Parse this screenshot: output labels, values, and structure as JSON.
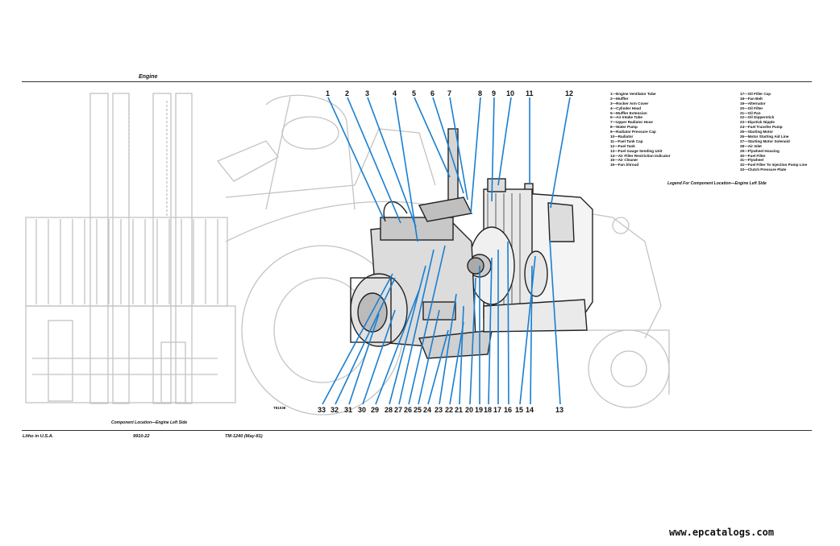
{
  "header": {
    "section": "Engine"
  },
  "figure": {
    "caption": "Component Location—Engine Left Side",
    "id": "T81038",
    "top_callouts": [
      "1",
      "2",
      "3",
      "4",
      "5",
      "6",
      "7",
      "8",
      "9",
      "10",
      "11",
      "12"
    ],
    "bottom_callouts": [
      "33",
      "32",
      "31",
      "30",
      "29",
      "28",
      "27",
      "26",
      "25",
      "24",
      "23",
      "22",
      "21",
      "20",
      "19",
      "18",
      "17",
      "16",
      "15",
      "14",
      "13"
    ]
  },
  "legend": {
    "caption": "Legend For Component Location—Engine Left Side",
    "col1": [
      "1—Engine Ventilator Tube",
      "2—Muffler",
      "3—Rocker Arm Cover",
      "4—Cylinder Head",
      "5—Muffler Extension",
      "6—Air Intake Tube",
      "7—Upper Radiator Hose",
      "8—Water Pump",
      "9—Radiator Pressure Cap",
      "10—Radiator",
      "11—Fuel Tank Cap",
      "12—Fuel Tank",
      "13—Fuel Gauge Sending Unit",
      "14—Air Filter Restriction Indicator",
      "15—Air Cleaner",
      "16—Fan Shroud"
    ],
    "col2": [
      "17—Oil Filler Cap",
      "18—Fan Belt",
      "19—Alternator",
      "20—Oil Filter",
      "21—Oil Pan",
      "22—Oil Dipperstick",
      "23—Dipstick Nipple",
      "24—Fuel Transfer Pump",
      "25—Starting Motor",
      "26—Motor Starting Aid Line",
      "27—Starting Motor Solenoid",
      "28—Air Inlet",
      "29—Flywheel Housing",
      "30—Fuel Filter",
      "31—Flywheel",
      "32—Fuel Filter To Injection Pump Line",
      "33—Clutch Pressure Plate"
    ]
  },
  "footer": {
    "left": "Litho in U.S.A.",
    "center": "9910-22",
    "right": "TM-1240 (May-81)"
  },
  "watermark": "www.epcatalogs.com",
  "colors": {
    "leader": "#1a7fd0",
    "line_art": "#bdbdbd",
    "ink": "#111111"
  }
}
